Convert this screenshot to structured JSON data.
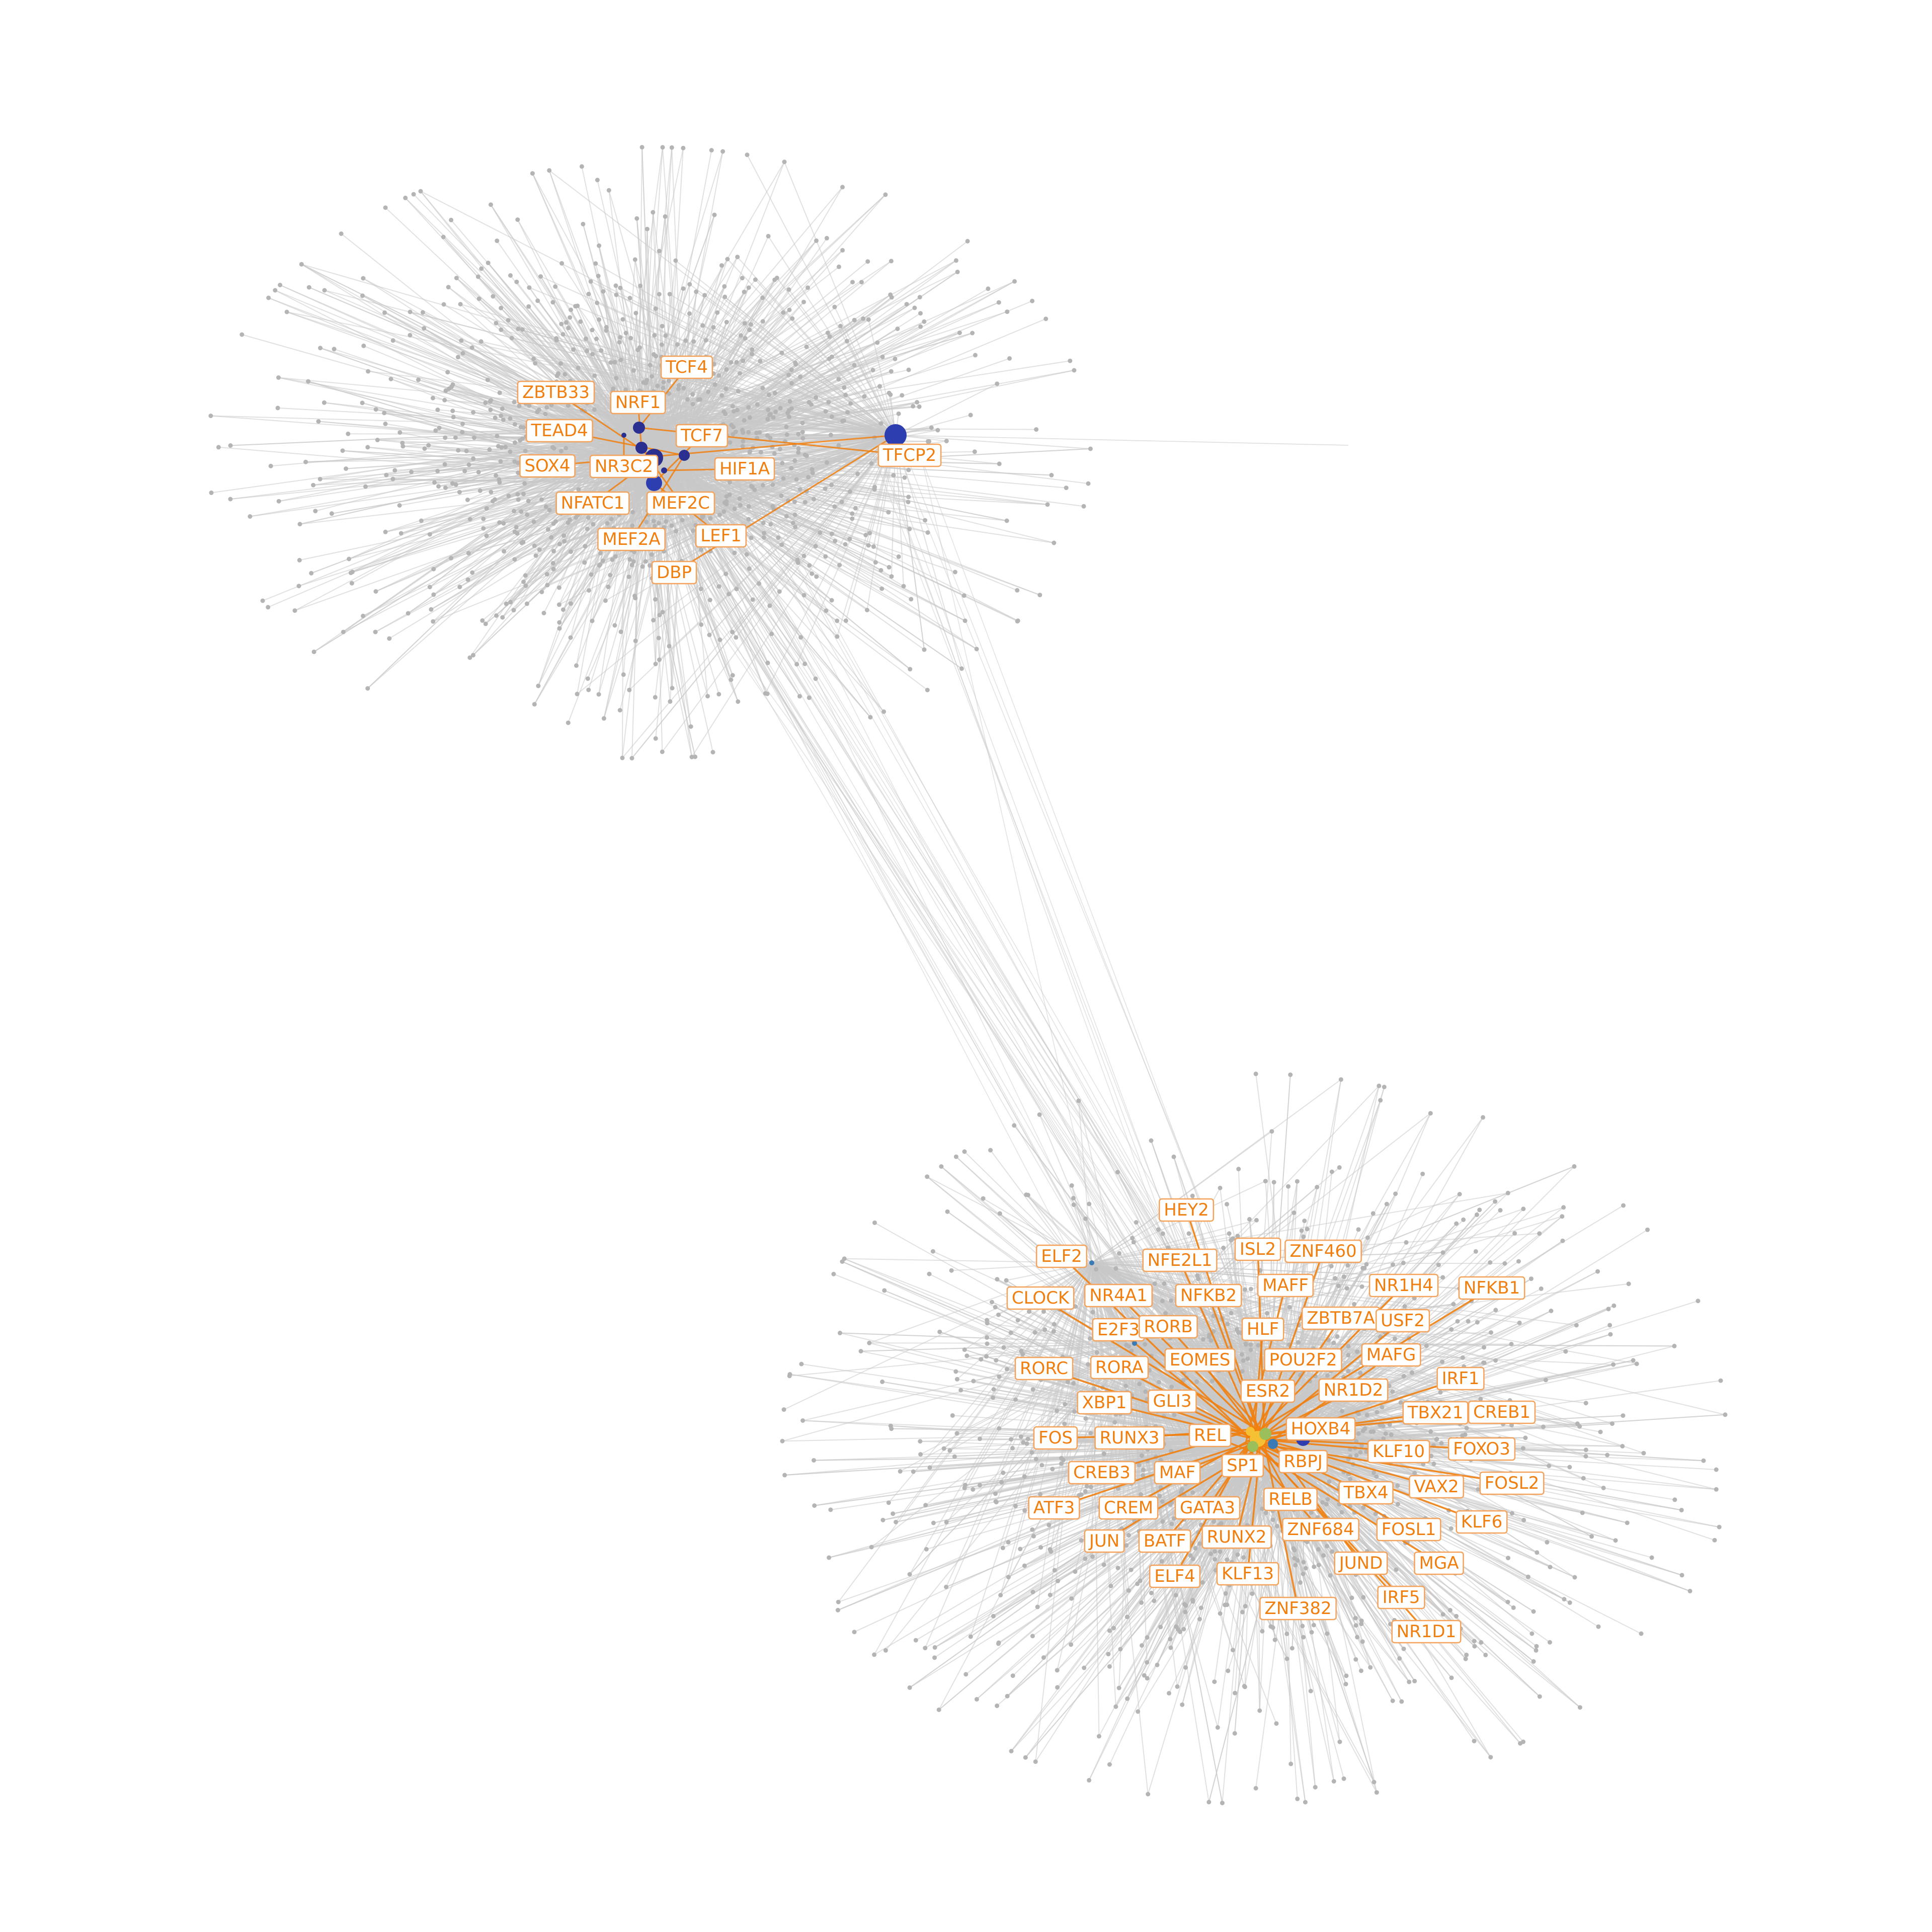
{
  "colors": {
    "background": "#ffffff",
    "edge": "#c8c8c8",
    "leaf_node": "#b4b4b4",
    "highlight_edge": "#f07f0f",
    "label_text": "#f07f0f",
    "label_border": "#f5a25a",
    "label_fill": "#ffffff",
    "hub_node_dark": "#2b2f8f",
    "hub_node_blue": "#2d3fb0",
    "hub_node_steel": "#3a7ab5",
    "hub_node_green": "#9bbf5a",
    "hub_node_yellow": "#f5c033"
  },
  "clusters": [
    {
      "id": "cluster-top",
      "labels": [
        "TCF4",
        "ZBTB33",
        "NRF1",
        "TEAD4",
        "TCF7",
        "SOX4",
        "NR3C2",
        "HIF1A",
        "TFCP2",
        "NFATC1",
        "MEF2C",
        "MEF2A",
        "LEF1",
        "DBP"
      ],
      "highlighted_edges": false
    },
    {
      "id": "cluster-bottom",
      "labels": [
        "HEY2",
        "ELF2",
        "NFE2L1",
        "ISL2",
        "ZNF460",
        "CLOCK",
        "NR4A1",
        "NFKB2",
        "MAFF",
        "NR1H4",
        "NFKB1",
        "E2F3",
        "RORB",
        "HLF",
        "ZBTB7A",
        "USF2",
        "RORC",
        "RORA",
        "EOMES",
        "POU2F2",
        "MAFG",
        "IRF1",
        "XBP1",
        "GLI3",
        "ESR2",
        "NR1D2",
        "TBX21",
        "CREB1",
        "FOS",
        "RUNX3",
        "REL",
        "HOXB4",
        "KLF10",
        "FOXO3",
        "CREB3",
        "MAF",
        "SP1",
        "RBPJ",
        "VAX2",
        "FOSL2",
        "ATF3",
        "CREM",
        "GATA3",
        "RELB",
        "TBX4",
        "KLF6",
        "JUN",
        "BATF",
        "RUNX2",
        "ZNF684",
        "FOSL1",
        "ELF4",
        "KLF13",
        "JUND",
        "MGA",
        "ZNF382",
        "IRF5",
        "NR1D1"
      ],
      "highlighted_edges": true
    }
  ]
}
